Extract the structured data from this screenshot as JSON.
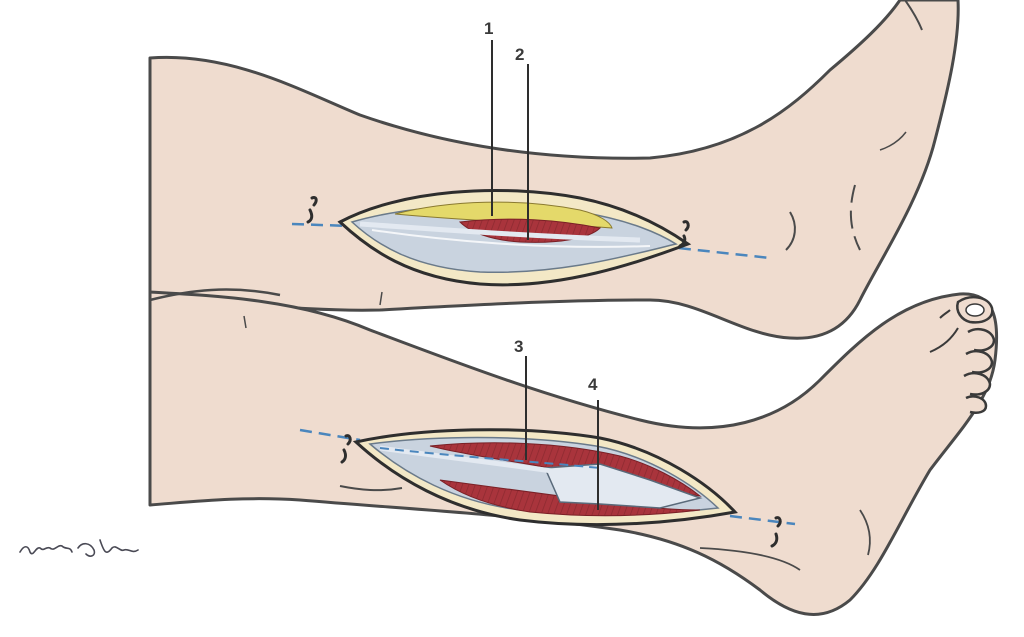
{
  "illustration": {
    "colors": {
      "background": "#ffffff",
      "skin": "#efdccf",
      "skin_outline": "#4a4a4a",
      "fascia": "#f3e8c6",
      "wound_edge": "#d9c48f",
      "membrane": "#c9d3df",
      "membrane_light": "#e3e9f1",
      "muscle": "#a9343c",
      "muscle_dark": "#8c2a30",
      "fat": "#e4d96a",
      "incision_line": "#4a86bd"
    },
    "callouts": [
      {
        "id": "1",
        "label": "1"
      },
      {
        "id": "2",
        "label": "2"
      },
      {
        "id": "3",
        "label": "3"
      },
      {
        "id": "4",
        "label": "4"
      }
    ],
    "signature": {
      "kind": "handwritten-signature",
      "text": "Silva B Gueby"
    }
  }
}
